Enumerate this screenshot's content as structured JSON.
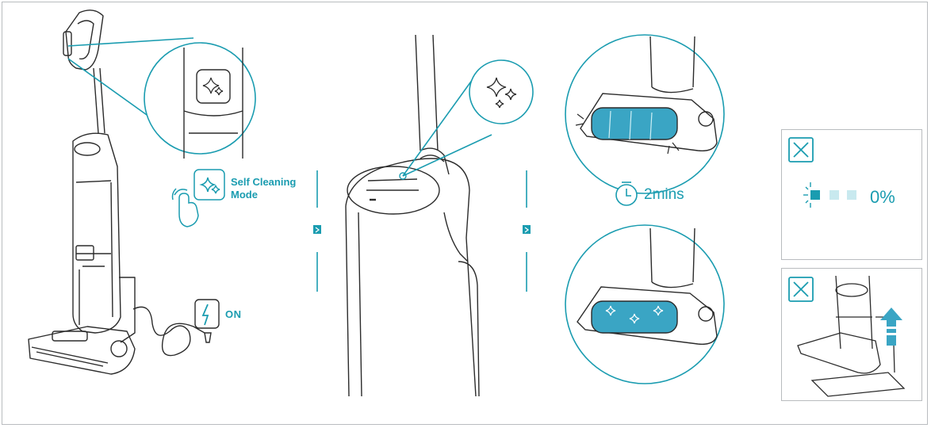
{
  "steps": {
    "self_cleaning_label": "Self Cleaning\nMode",
    "power_label": "ON",
    "duration_label": "2mins",
    "battery_label": "0%"
  },
  "colors": {
    "accent": "#1a9cb0",
    "roller": "#3aa5c4",
    "line": "#2b2b2b",
    "frame": "#b9bcbf"
  },
  "icons": [
    "sparkle-icon",
    "hand-tap-icon",
    "plug-icon",
    "timer-icon",
    "battery-low-icon",
    "cross-box-icon",
    "arrow-up-icon",
    "step-arrow-icon"
  ]
}
